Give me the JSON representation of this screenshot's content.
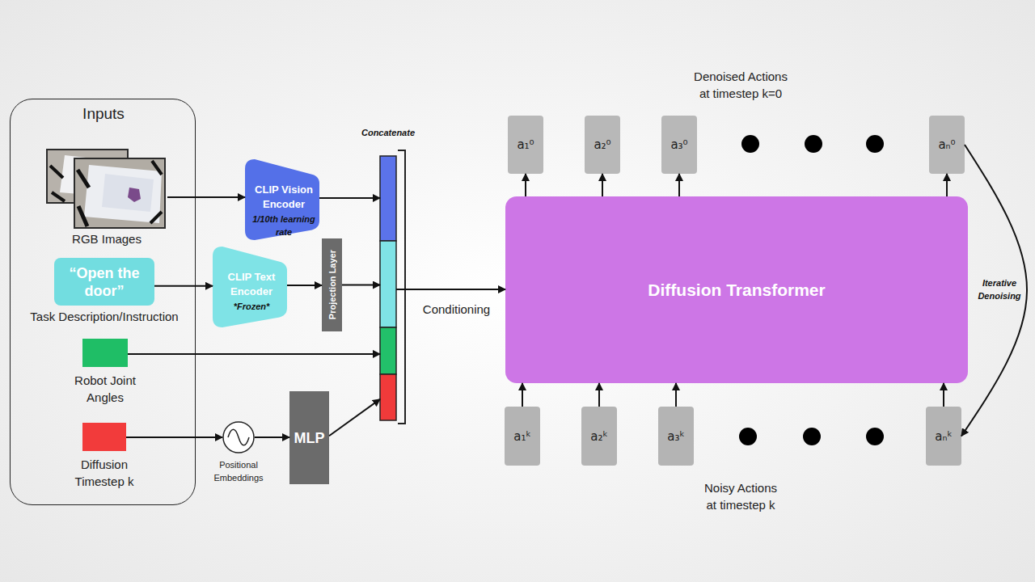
{
  "diagram": {
    "nodes": [
      {
        "text": [
          "Inputs"
        ]
      },
      {
        "text": [
          "RGB Images"
        ],
        "in": 0
      },
      {
        "text": [
          "“Open the door”",
          "Task Description/Instruction"
        ],
        "in": 0
      },
      {
        "text": [
          "Robot Joint Angles"
        ],
        "in": 0
      },
      {
        "text": [
          "Diffusion Timestep k"
        ],
        "in": 0
      },
      {
        "text": [
          "CLIP Vision Encoder",
          "1/10th learning rate"
        ]
      },
      {
        "text": [
          "CLIP Text Encoder",
          "*Frozen*"
        ]
      },
      {
        "text": [
          "Projection Layer"
        ]
      },
      {
        "text": [
          "Positional Embeddings"
        ]
      },
      {
        "text": [
          "MLP"
        ]
      },
      {
        "text": [
          "Concatenate"
        ]
      },
      {
        "text": [
          "a₁⁰"
        ]
      },
      {
        "text": [
          "a₂⁰"
        ]
      },
      {
        "text": [
          "a₃⁰"
        ]
      },
      {
        "text": [
          "aₙ⁰"
        ]
      },
      {
        "text": [
          "Diffusion Transformer"
        ]
      },
      {
        "text": [
          "a₁ᵏ"
        ]
      },
      {
        "text": [
          "a₂ᵏ"
        ]
      },
      {
        "text": [
          "a₃ᵏ"
        ]
      },
      {
        "text": [
          "aₙᵏ"
        ]
      }
    ],
    "edges": [
      {
        "from": 1,
        "to": 5,
        "arrow": "to"
      },
      {
        "from": 2,
        "to": 6,
        "arrow": "to"
      },
      {
        "from": 6,
        "to": 7,
        "arrow": "to"
      },
      {
        "from": 7,
        "to": 10,
        "arrow": "to"
      },
      {
        "from": 5,
        "to": 10,
        "arrow": "to"
      },
      {
        "from": 3,
        "to": 10,
        "arrow": "to"
      },
      {
        "from": 4,
        "to": 8,
        "arrow": "to"
      },
      {
        "from": 8,
        "to": 9,
        "arrow": "to"
      },
      {
        "from": 9,
        "to": 10,
        "arrow": "to"
      },
      {
        "from": 10,
        "to": 15,
        "label": "Conditioning",
        "arrow": "to"
      },
      {
        "from": 16,
        "to": 15,
        "arrow": "to"
      },
      {
        "from": 17,
        "to": 15,
        "arrow": "to"
      },
      {
        "from": 18,
        "to": 15,
        "arrow": "to"
      },
      {
        "from": 19,
        "to": 15,
        "arrow": "to"
      },
      {
        "from": 15,
        "to": 11,
        "arrow": "to"
      },
      {
        "from": 15,
        "to": 12,
        "arrow": "to"
      },
      {
        "from": 15,
        "to": 13,
        "arrow": "to"
      },
      {
        "from": 15,
        "to": 14,
        "arrow": "to"
      },
      {
        "from": 14,
        "to": 19,
        "label": "Iterative Denoising",
        "arrow": "to"
      }
    ],
    "labels": [
      "Denoised Actions at timestep k=0",
      "Noisy Actions at timestep k"
    ]
  }
}
